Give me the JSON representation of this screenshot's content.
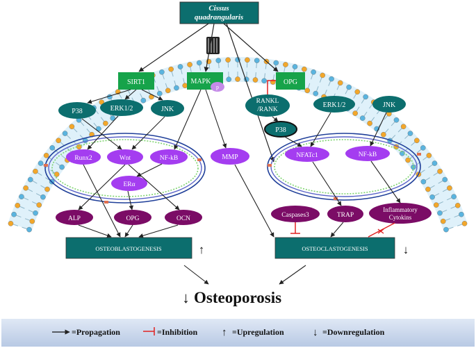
{
  "source": {
    "line1": "Cissus",
    "line2": "quadrangularis"
  },
  "membrane_top": {
    "sirt1": "SIRT1",
    "mapk": "MAPK",
    "mapk_p": "p",
    "opg": "OPG"
  },
  "left_pathway": {
    "p38": "P38",
    "erk": "ERK1/2",
    "jnk": "JNK",
    "runx2": "Runx2",
    "wnt": "Wnt",
    "nfkb": "NF-kB",
    "er_alpha": "ERα",
    "alp": "ALP",
    "opg": "OPG",
    "ocn": "OCN",
    "outcome": "OSTEOBLASTOGENESIS",
    "outcome_arrow": "↑"
  },
  "mmp": "MMP",
  "right_pathway": {
    "rankl_line1": "RANKL",
    "rankl_line2": "/RANK",
    "p38": "P38",
    "erk": "ERK1/2",
    "jnk": "JNK",
    "nfatc1": "NFATc1",
    "nfkb": "NF-kB",
    "caspases": "Caspases3",
    "trap": "TRAP",
    "inflam_line1": "Inflammatory",
    "inflam_line2": "Cytokins",
    "outcome": "OSTEOCLASTOGENESIS",
    "outcome_arrow": "↓"
  },
  "final": {
    "arrow": "↓",
    "label": "Osteoporosis"
  },
  "legend": {
    "propagation": "=Propagation",
    "inhibition": "=Inhibition",
    "up_arrow": "↑",
    "upregulation": "=Upregulation",
    "down_arrow": "↓",
    "downregulation": "=Downregulation"
  },
  "colors": {
    "teal": "#0c6e6e",
    "green": "#16a34a",
    "violet": "#a43df0",
    "plum": "#7b0c66",
    "membrane_blue": "#5ab4df",
    "membrane_orange": "#f2a72b",
    "inhibit_red": "#e02020",
    "legend_bg": "#c9d7ec"
  }
}
